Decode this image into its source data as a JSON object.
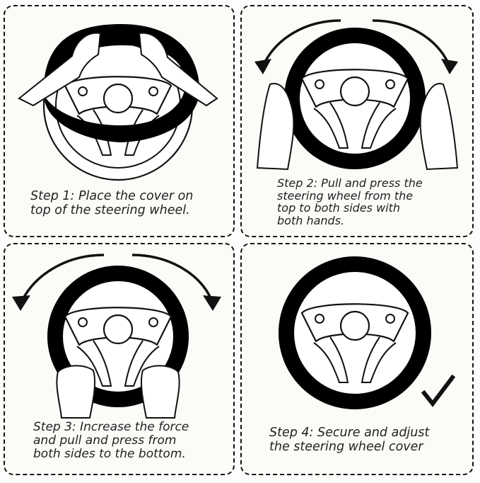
{
  "steps": [
    {
      "label": "Step 1: Place the cover on top of the steering wheel.",
      "lines": [
        "Step 1: Place the cover on",
        "top of the steering wheel."
      ]
    },
    {
      "label": "Step 2: Pull and press the steering wheel from the top to both sides with both hands.",
      "lines": [
        "Step 2: Pull and press the",
        "steering wheel from the",
        "top to both sides with",
        "both hands."
      ]
    },
    {
      "label": "Step 3: Increase the force and pull and press from both sides to the bottom.",
      "lines": [
        "Step 3: Increase the force",
        "and pull and press from",
        "both sides to the bottom."
      ]
    },
    {
      "label": "Step 4: Secure and adjust the steering wheel cover",
      "lines": [
        "Step 4: Secure and adjust",
        "the steering wheel cover"
      ]
    }
  ],
  "colors": {
    "ink": "#111111",
    "panel_bg": "#fbfbf8",
    "text": "#222222"
  }
}
